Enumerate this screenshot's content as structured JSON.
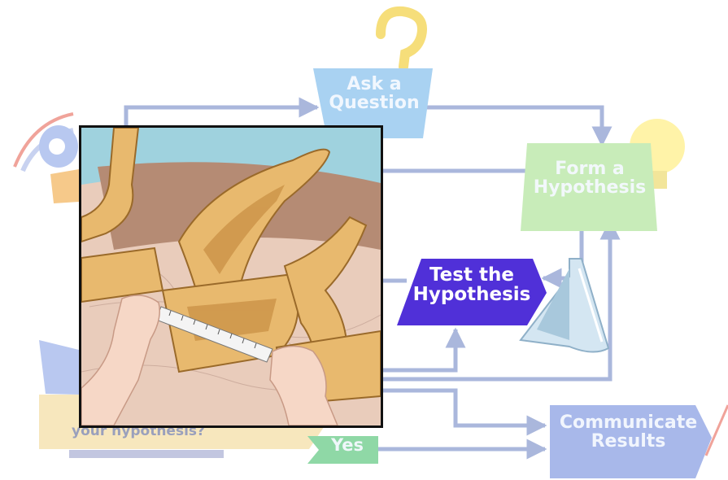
{
  "diagram": {
    "steps": {
      "ask_question": [
        "Ask a",
        "Question"
      ],
      "form_hypothesis": [
        "Form a",
        "Hypothesis"
      ],
      "test_hypothesis": [
        "Test the",
        "Hypothesis"
      ],
      "communicate_results": [
        "Communicate",
        "Results"
      ]
    },
    "decision": {
      "question_fragment": "your hypothesis?",
      "yes_label": "Yes"
    }
  },
  "colors": {
    "ask": "#a9d2f2",
    "form": "#c8ecb9",
    "test": "#5030d8",
    "communicate": "#a8b8ea",
    "yes": "#8fd8a6",
    "arrow": "#aab7dc",
    "decision_band": "#f7e7bd"
  },
  "icons": [
    "question-mark-icon",
    "lightbulb-icon",
    "funnel-icon",
    "eye-icon"
  ]
}
